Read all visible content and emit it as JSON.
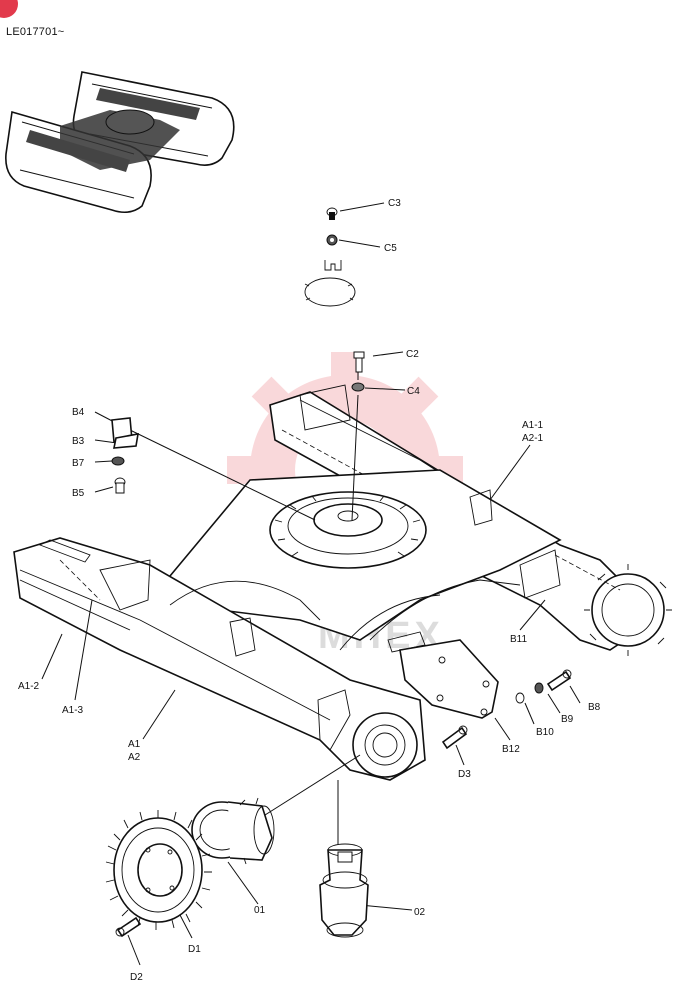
{
  "header": {
    "serial_range": "LE017701~"
  },
  "watermark": {
    "text": "MHEX",
    "color": "#e8505b"
  },
  "accent_color": "#e23a4c",
  "labels": {
    "C3": "C3",
    "C5": "C5",
    "C2": "C2",
    "C4": "C4",
    "B4": "B4",
    "B3": "B3",
    "B7": "B7",
    "B5": "B5",
    "A1_1": "A1-1",
    "A2_1": "A2-1",
    "A1_2": "A1-2",
    "A1_3": "A1-3",
    "A1": "A1",
    "A2": "A2",
    "B11": "B11",
    "B8": "B8",
    "B9": "B9",
    "B10": "B10",
    "B12": "B12",
    "D3": "D3",
    "D1": "D1",
    "D2": "D2",
    "O1": "01",
    "O2": "02"
  }
}
